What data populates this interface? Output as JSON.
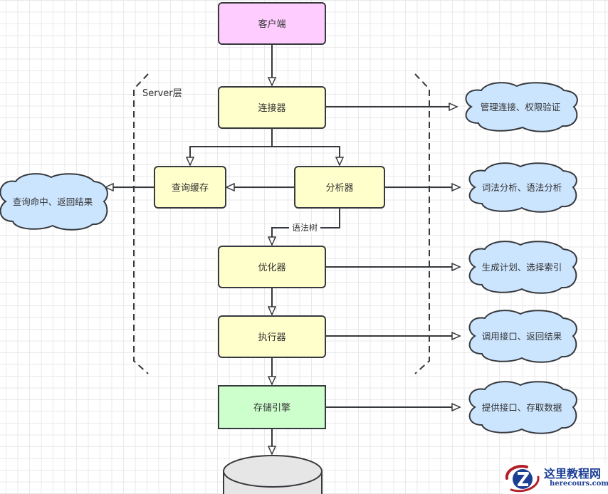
{
  "group": {
    "label": "Server层"
  },
  "nodes": {
    "client": {
      "label": "客户端",
      "fill": "#ffccff"
    },
    "connector": {
      "label": "连接器",
      "fill": "#ffffcc"
    },
    "query_cache": {
      "label": "查询缓存",
      "fill": "#ffffcc"
    },
    "analyzer": {
      "label": "分析器",
      "fill": "#ffffcc"
    },
    "optimizer": {
      "label": "优化器",
      "fill": "#ffffcc"
    },
    "executor": {
      "label": "执行器",
      "fill": "#ffffcc"
    },
    "storage_engine": {
      "label": "存储引擎",
      "fill": "#ccffcc"
    },
    "database": {
      "label": "",
      "fill": "#e6e6e6"
    }
  },
  "clouds": {
    "connector_note": {
      "label": "管理连接、权限验证"
    },
    "analyzer_note": {
      "label": "词法分析、语法分析"
    },
    "cache_note": {
      "label": "查询命中、返回结果"
    },
    "optimizer_note": {
      "label": "生成计划、选择索引"
    },
    "executor_note": {
      "label": "调用接口、返回结果"
    },
    "storage_note": {
      "label": "提供接口、存取数据"
    }
  },
  "edges": {
    "analyzer_to_optimizer_label": "语法树"
  },
  "colors": {
    "stroke": "#36393d",
    "cloud_fill": "#cce5ff"
  },
  "watermark": {
    "title": "这里教程网",
    "subtitle": "herecours.com"
  }
}
